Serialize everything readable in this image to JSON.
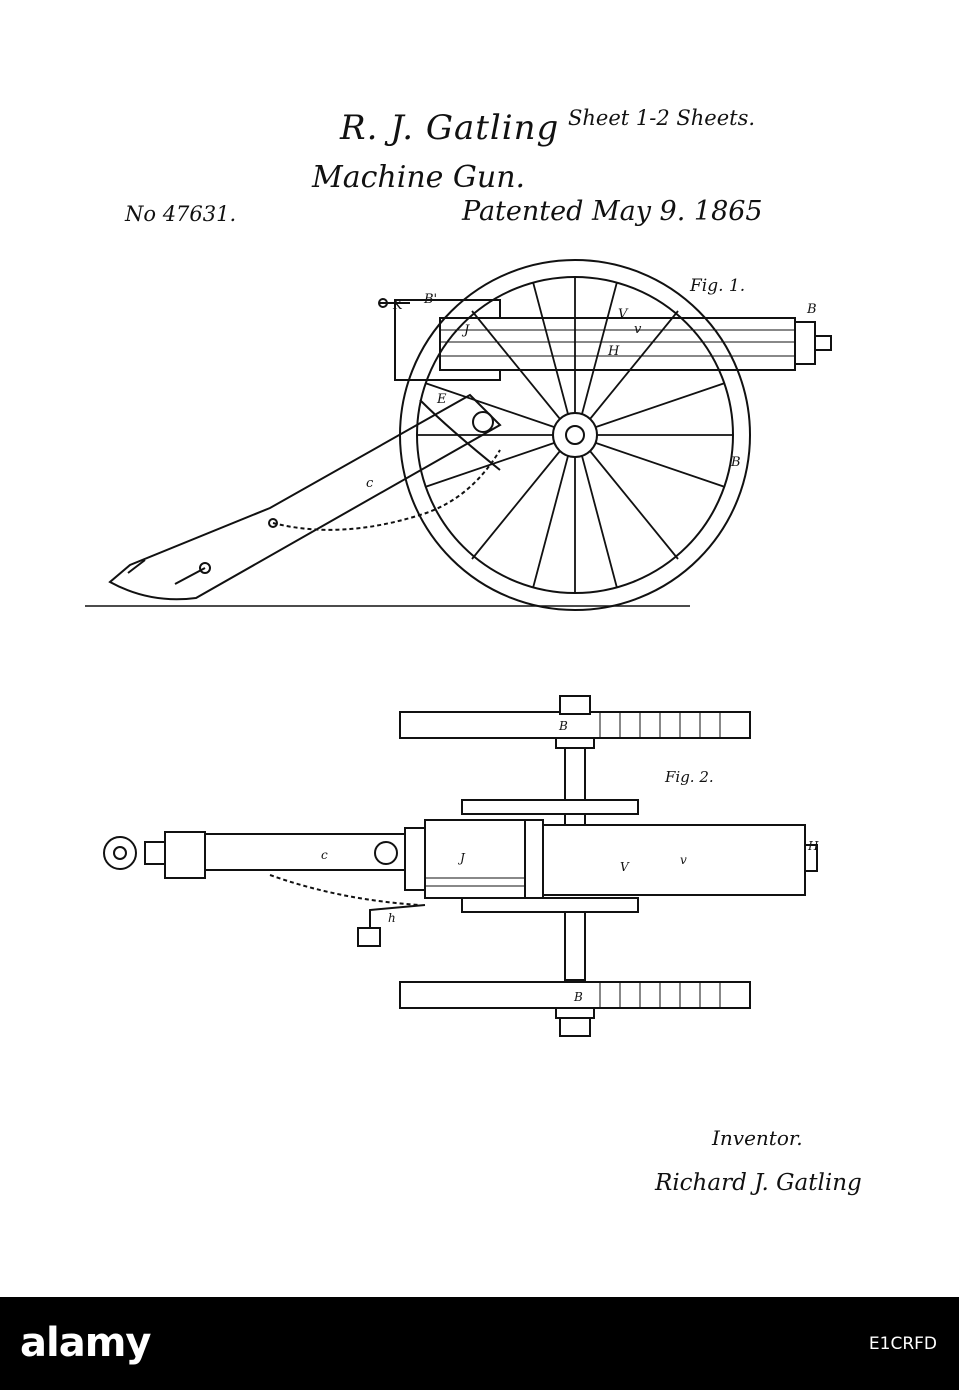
{
  "header": {
    "inventor_name": "R. J. Gatling",
    "sheet_note": "Sheet 1-2 Sheets.",
    "title": "Machine Gun.",
    "patent_number": "No 47631.",
    "patent_date": "Patented May 9. 1865"
  },
  "figures": {
    "fig1_label": "Fig. 1.",
    "fig2_label": "Fig. 2.",
    "fig1_letters": {
      "k": "K",
      "b1": "B'",
      "j": "J",
      "v1": "V",
      "v2": "v",
      "h": "H",
      "e": "E",
      "c": "c",
      "b2": "B",
      "b3": "B"
    },
    "fig2_letters": {
      "b_top": "B",
      "b_bottom": "B",
      "j": "J",
      "v1": "V",
      "v2": "v",
      "c": "c",
      "h": "H",
      "h2": "h"
    }
  },
  "footer": {
    "inventor_caption": "Inventor.",
    "signature": "Richard J. Gatling"
  },
  "watermark": {
    "logo": "alamy",
    "stock_id": "E1CRFD"
  }
}
